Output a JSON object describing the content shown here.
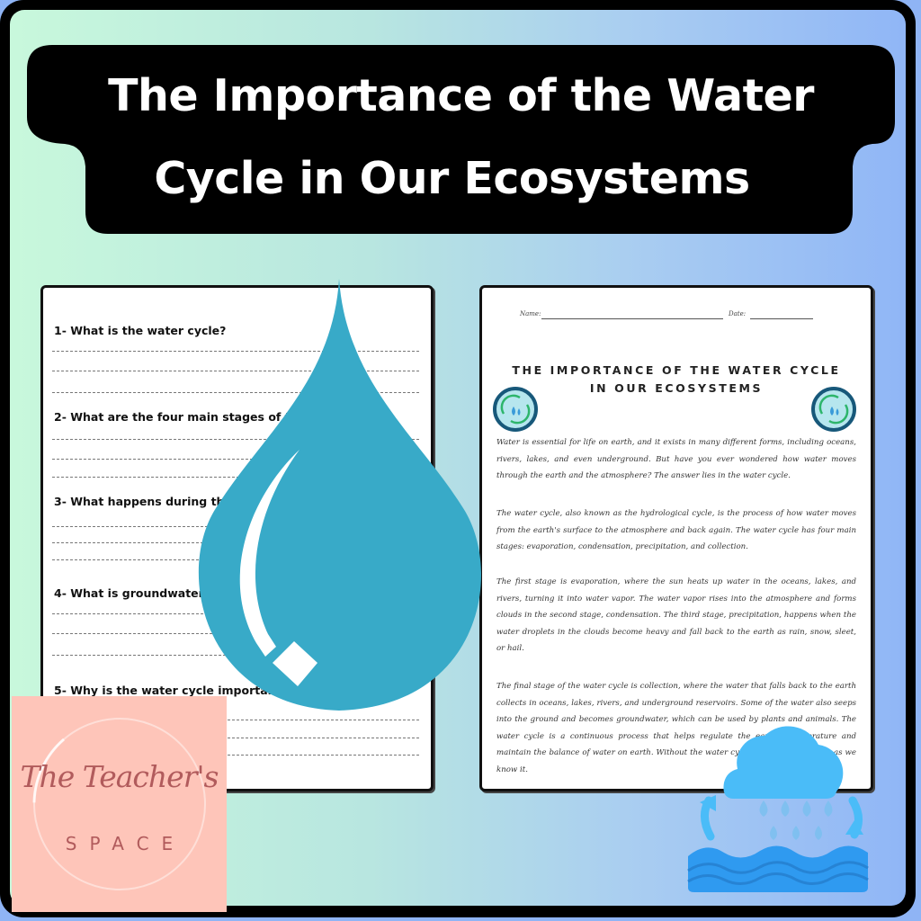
{
  "header": {
    "title_line1": "The Importance of the Water",
    "title_line2": "Cycle in Our Ecosystems"
  },
  "worksheet_questions": {
    "questions": [
      {
        "label": "1- What is the water cycle?"
      },
      {
        "label": "2- What are the four main stages of the water cycle?"
      },
      {
        "label": "3- What happens during the evaporation stage?"
      },
      {
        "label": "4-  What is groundwater?"
      },
      {
        "label": "5- Why is the water cycle important?"
      }
    ]
  },
  "reading_passage": {
    "name_label": "Name:",
    "date_label": "Date:",
    "title_line1": "THE IMPORTANCE OF THE WATER CYCLE",
    "title_line2": "IN OUR ECOSYSTEMS",
    "paragraphs": [
      "Water is essential for life on earth, and it exists in many different forms, including oceans, rivers, lakes, and even underground. But have you ever wondered how water moves through the earth and the atmosphere? The answer lies in the water cycle.",
      "The water cycle, also known as the hydrological cycle, is the process of how water moves from the earth's surface to the atmosphere and back again. The water cycle has four main stages: evaporation, condensation, precipitation, and collection.",
      "The first stage is evaporation, where the sun heats up water in the oceans, lakes, and rivers, turning it into water vapor. The water vapor rises into the atmosphere and forms clouds in the second stage, condensation. The third stage, precipitation, happens when the water droplets in the clouds become heavy and fall back to the earth as rain, snow, sleet, or hail.",
      "The final stage of the water cycle is collection, where the water that falls back to the earth collects in oceans, lakes, rivers, and underground reservoirs. Some of the water also seeps into the ground and becomes groundwater, which can be used by plants and animals. The water cycle is a continuous process that helps regulate the earth's temperature and maintain the balance of water on earth. Without the water cycle, life would not exist as we know it."
    ]
  },
  "logo": {
    "script_text": "The Teacher's",
    "caps_text": "SPACE"
  },
  "icons": {
    "drop": "water-drop-icon",
    "badge": "water-recycle-icon",
    "cycle": "water-cycle-icon"
  },
  "colors": {
    "drop": "#38aac8",
    "cloud": "#4abcf8",
    "water": "#2f9af0",
    "logo_bg": "#fec5b9",
    "logo_text": "#b15b5c"
  }
}
